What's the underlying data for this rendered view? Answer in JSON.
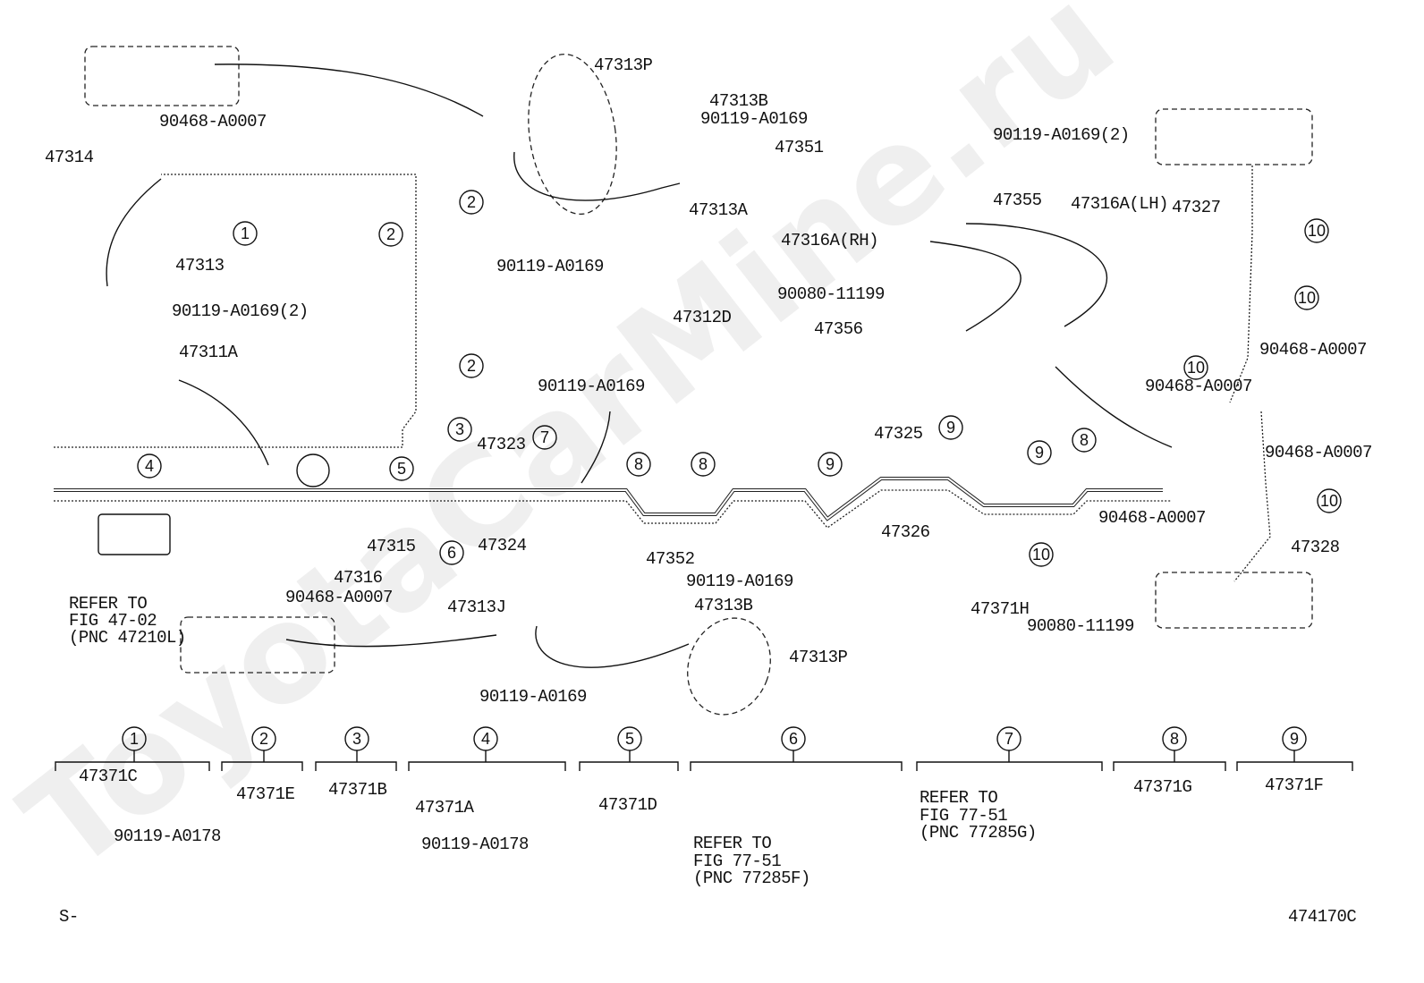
{
  "diagram": {
    "watermark": "ToyotaCarMine.ru",
    "figure_code": "474170C",
    "corner_mark": "S-",
    "labels": [
      "47313P",
      "47313B",
      "90119-A0169",
      "47351",
      "47313A",
      "90119-A0169",
      "90468-A0007",
      "47314",
      "47313",
      "90119-A0169(2)",
      "47311A",
      "90119-A0169(2)",
      "47355",
      "47316A(LH)",
      "47327",
      "47316A(RH)",
      "90080-11199",
      "47356",
      "47312D",
      "90119-A0169",
      "90468-A0007",
      "90468-A0007",
      "90468-A0007",
      "90468-A0007",
      "47323",
      "47325",
      "47326",
      "47324",
      "47315",
      "47316",
      "90468-A0007",
      "REFER TO",
      "FIG 47-02",
      "(PNC 47210L)",
      "47352",
      "90119-A0169",
      "47313J",
      "47313B",
      "47313P",
      "90119-A0169",
      "47328",
      "47371H",
      "90080-11199",
      "47371C",
      "47371E",
      "47371B",
      "47371A",
      "90119-A0178",
      "90119-A0178",
      "47371D",
      "REFER TO",
      "FIG 77-51",
      "(PNC 77285F)",
      "REFER TO",
      "FIG 77-51",
      "(PNC 77285G)",
      "47371G",
      "47371F"
    ],
    "callouts": [
      "1",
      "2",
      "2",
      "2",
      "3",
      "4",
      "5",
      "6",
      "7",
      "8",
      "8",
      "9",
      "9",
      "9",
      "8",
      "10",
      "10",
      "10",
      "10",
      "10"
    ],
    "legend_groups": [
      "1",
      "2",
      "3",
      "4",
      "5",
      "6",
      "7",
      "8",
      "9"
    ]
  }
}
